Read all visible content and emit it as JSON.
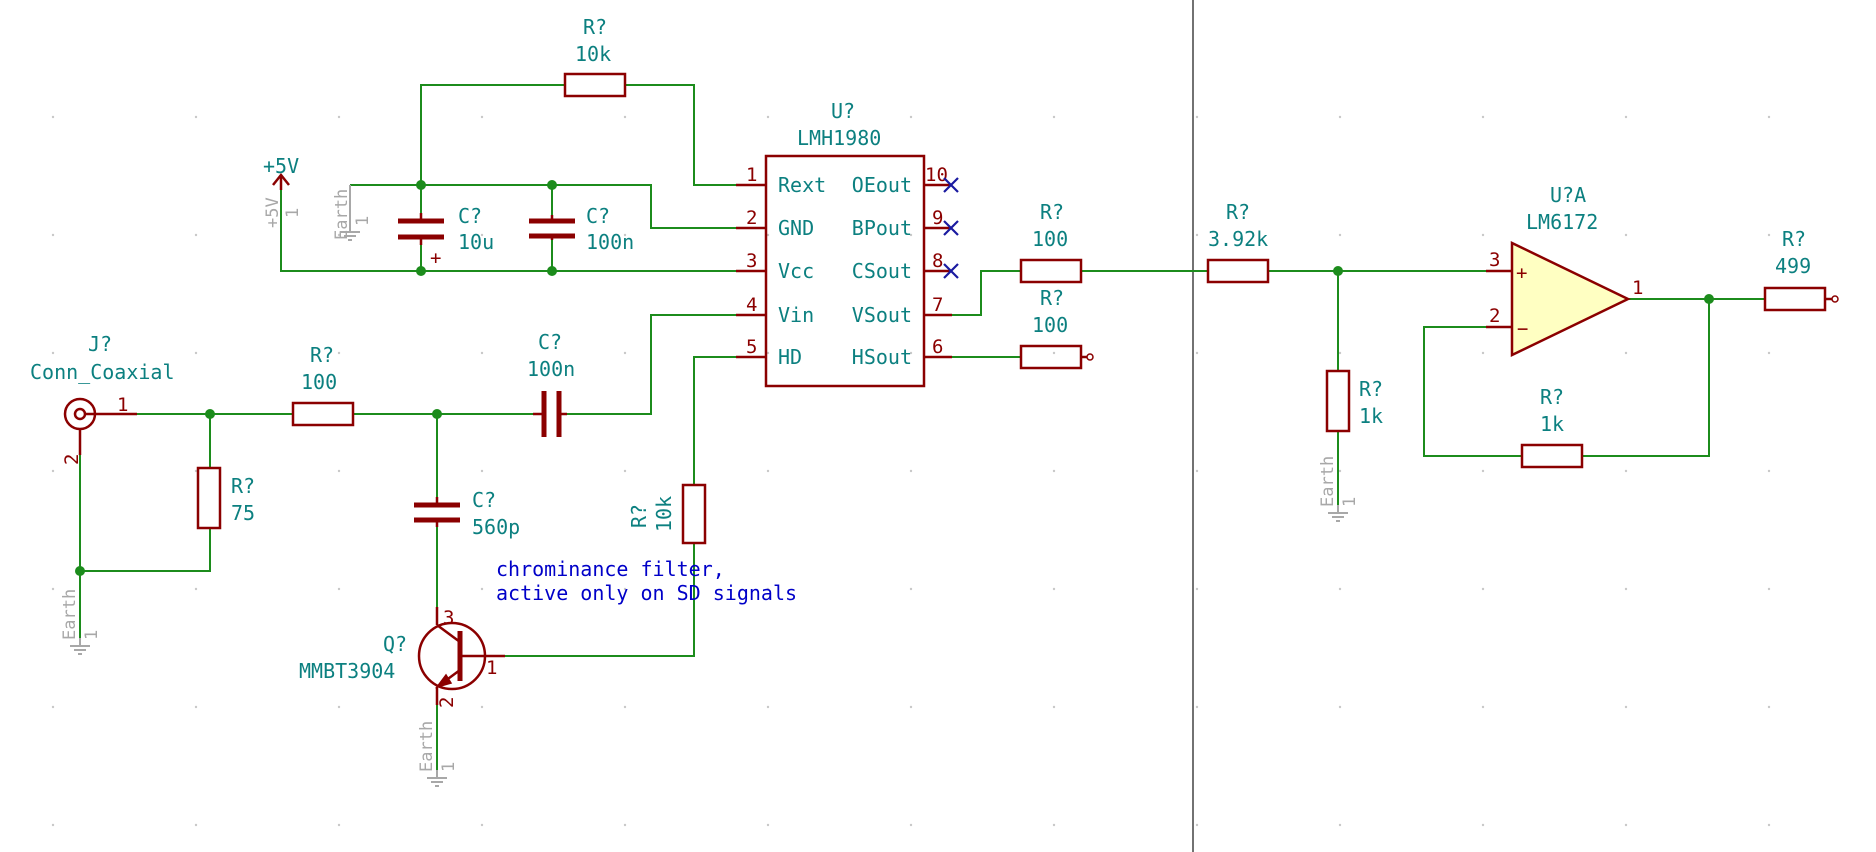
{
  "components": {
    "r_rext": {
      "ref": "R?",
      "value": "10k"
    },
    "u1": {
      "ref": "U?",
      "value": "LMH1980"
    },
    "pwr": {
      "name": "+5V",
      "ghost": "+5V",
      "ghost_pin": "1"
    },
    "c_10u": {
      "ref": "C?",
      "value": "10u",
      "polarity": "+"
    },
    "c_100n_a": {
      "ref": "C?",
      "value": "100n"
    },
    "c_100n_b": {
      "ref": "C?",
      "value": "100n"
    },
    "c_560p": {
      "ref": "C?",
      "value": "560p"
    },
    "j1": {
      "ref": "J?",
      "value": "Conn_Coaxial",
      "pin1": "1",
      "pin2": "2"
    },
    "r_in": {
      "ref": "R?",
      "value": "100"
    },
    "r_term": {
      "ref": "R?",
      "value": "75"
    },
    "r_base": {
      "ref": "R?",
      "value": "10k"
    },
    "q1": {
      "ref": "Q?",
      "value": "MMBT3904",
      "pin_c": "3",
      "pin_e": "2",
      "pin_b": "1"
    },
    "r_vs": {
      "ref": "R?",
      "value": "100"
    },
    "r_hs": {
      "ref": "R?",
      "value": "100"
    },
    "r_392": {
      "ref": "R?",
      "value": "3.92k"
    },
    "r_1k_gnd": {
      "ref": "R?",
      "value": "1k"
    },
    "u2": {
      "ref": "U?A",
      "value": "LM6172",
      "plus": "+",
      "minus": "−",
      "pin_plus": "3",
      "pin_minus": "2",
      "pin_out": "1"
    },
    "r_fb": {
      "ref": "R?",
      "value": "1k"
    },
    "r_out": {
      "ref": "R?",
      "value": "499"
    }
  },
  "u1_pins": {
    "left": [
      {
        "num": "1",
        "name": "Rext"
      },
      {
        "num": "2",
        "name": "GND"
      },
      {
        "num": "3",
        "name": "Vcc"
      },
      {
        "num": "4",
        "name": "Vin"
      },
      {
        "num": "5",
        "name": "HD"
      }
    ],
    "right": [
      {
        "num": "10",
        "name": "OEout"
      },
      {
        "num": "9",
        "name": "BPout"
      },
      {
        "num": "8",
        "name": "CSout"
      },
      {
        "num": "7",
        "name": "VSout"
      },
      {
        "num": "6",
        "name": "HSout"
      }
    ]
  },
  "ground": {
    "label": "Earth",
    "pin": "1"
  },
  "note": {
    "line1": "chrominance filter,",
    "line2": "active only on SD signals"
  },
  "colors": {
    "wire": "#1c8c1c",
    "component": "#8b0000",
    "label": "#0c8080",
    "note": "#0000c8",
    "opamp_fill": "#ffffc2",
    "ic_body": "#8b0000",
    "no_connect": "#1a1aa0",
    "ghost": "#a8a8a8"
  }
}
